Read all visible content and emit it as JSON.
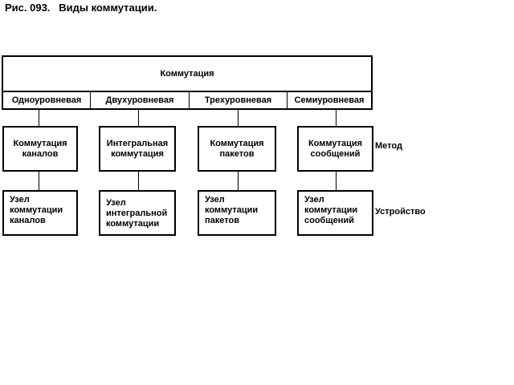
{
  "caption": "Рис. 093.   Виды коммутации.",
  "root": "Коммутация",
  "levels": [
    "Одноуровневая",
    "Двухуровневая",
    "Трехуровневая",
    "Семиуровневая"
  ],
  "methods": [
    "Коммутация\nканалов",
    "Интегральная\nкоммутация",
    "Коммутация\nпакетов",
    "Коммутация\nсообщений"
  ],
  "devices": [
    "Узел\nкоммутации\nканалов",
    "Узел\nинтегральной\nкоммутации",
    "Узел\nкоммутации\nпакетов",
    "Узел\nкоммутации\nсообщений"
  ],
  "row_labels": {
    "method": "Метод",
    "device": "Устройство"
  }
}
